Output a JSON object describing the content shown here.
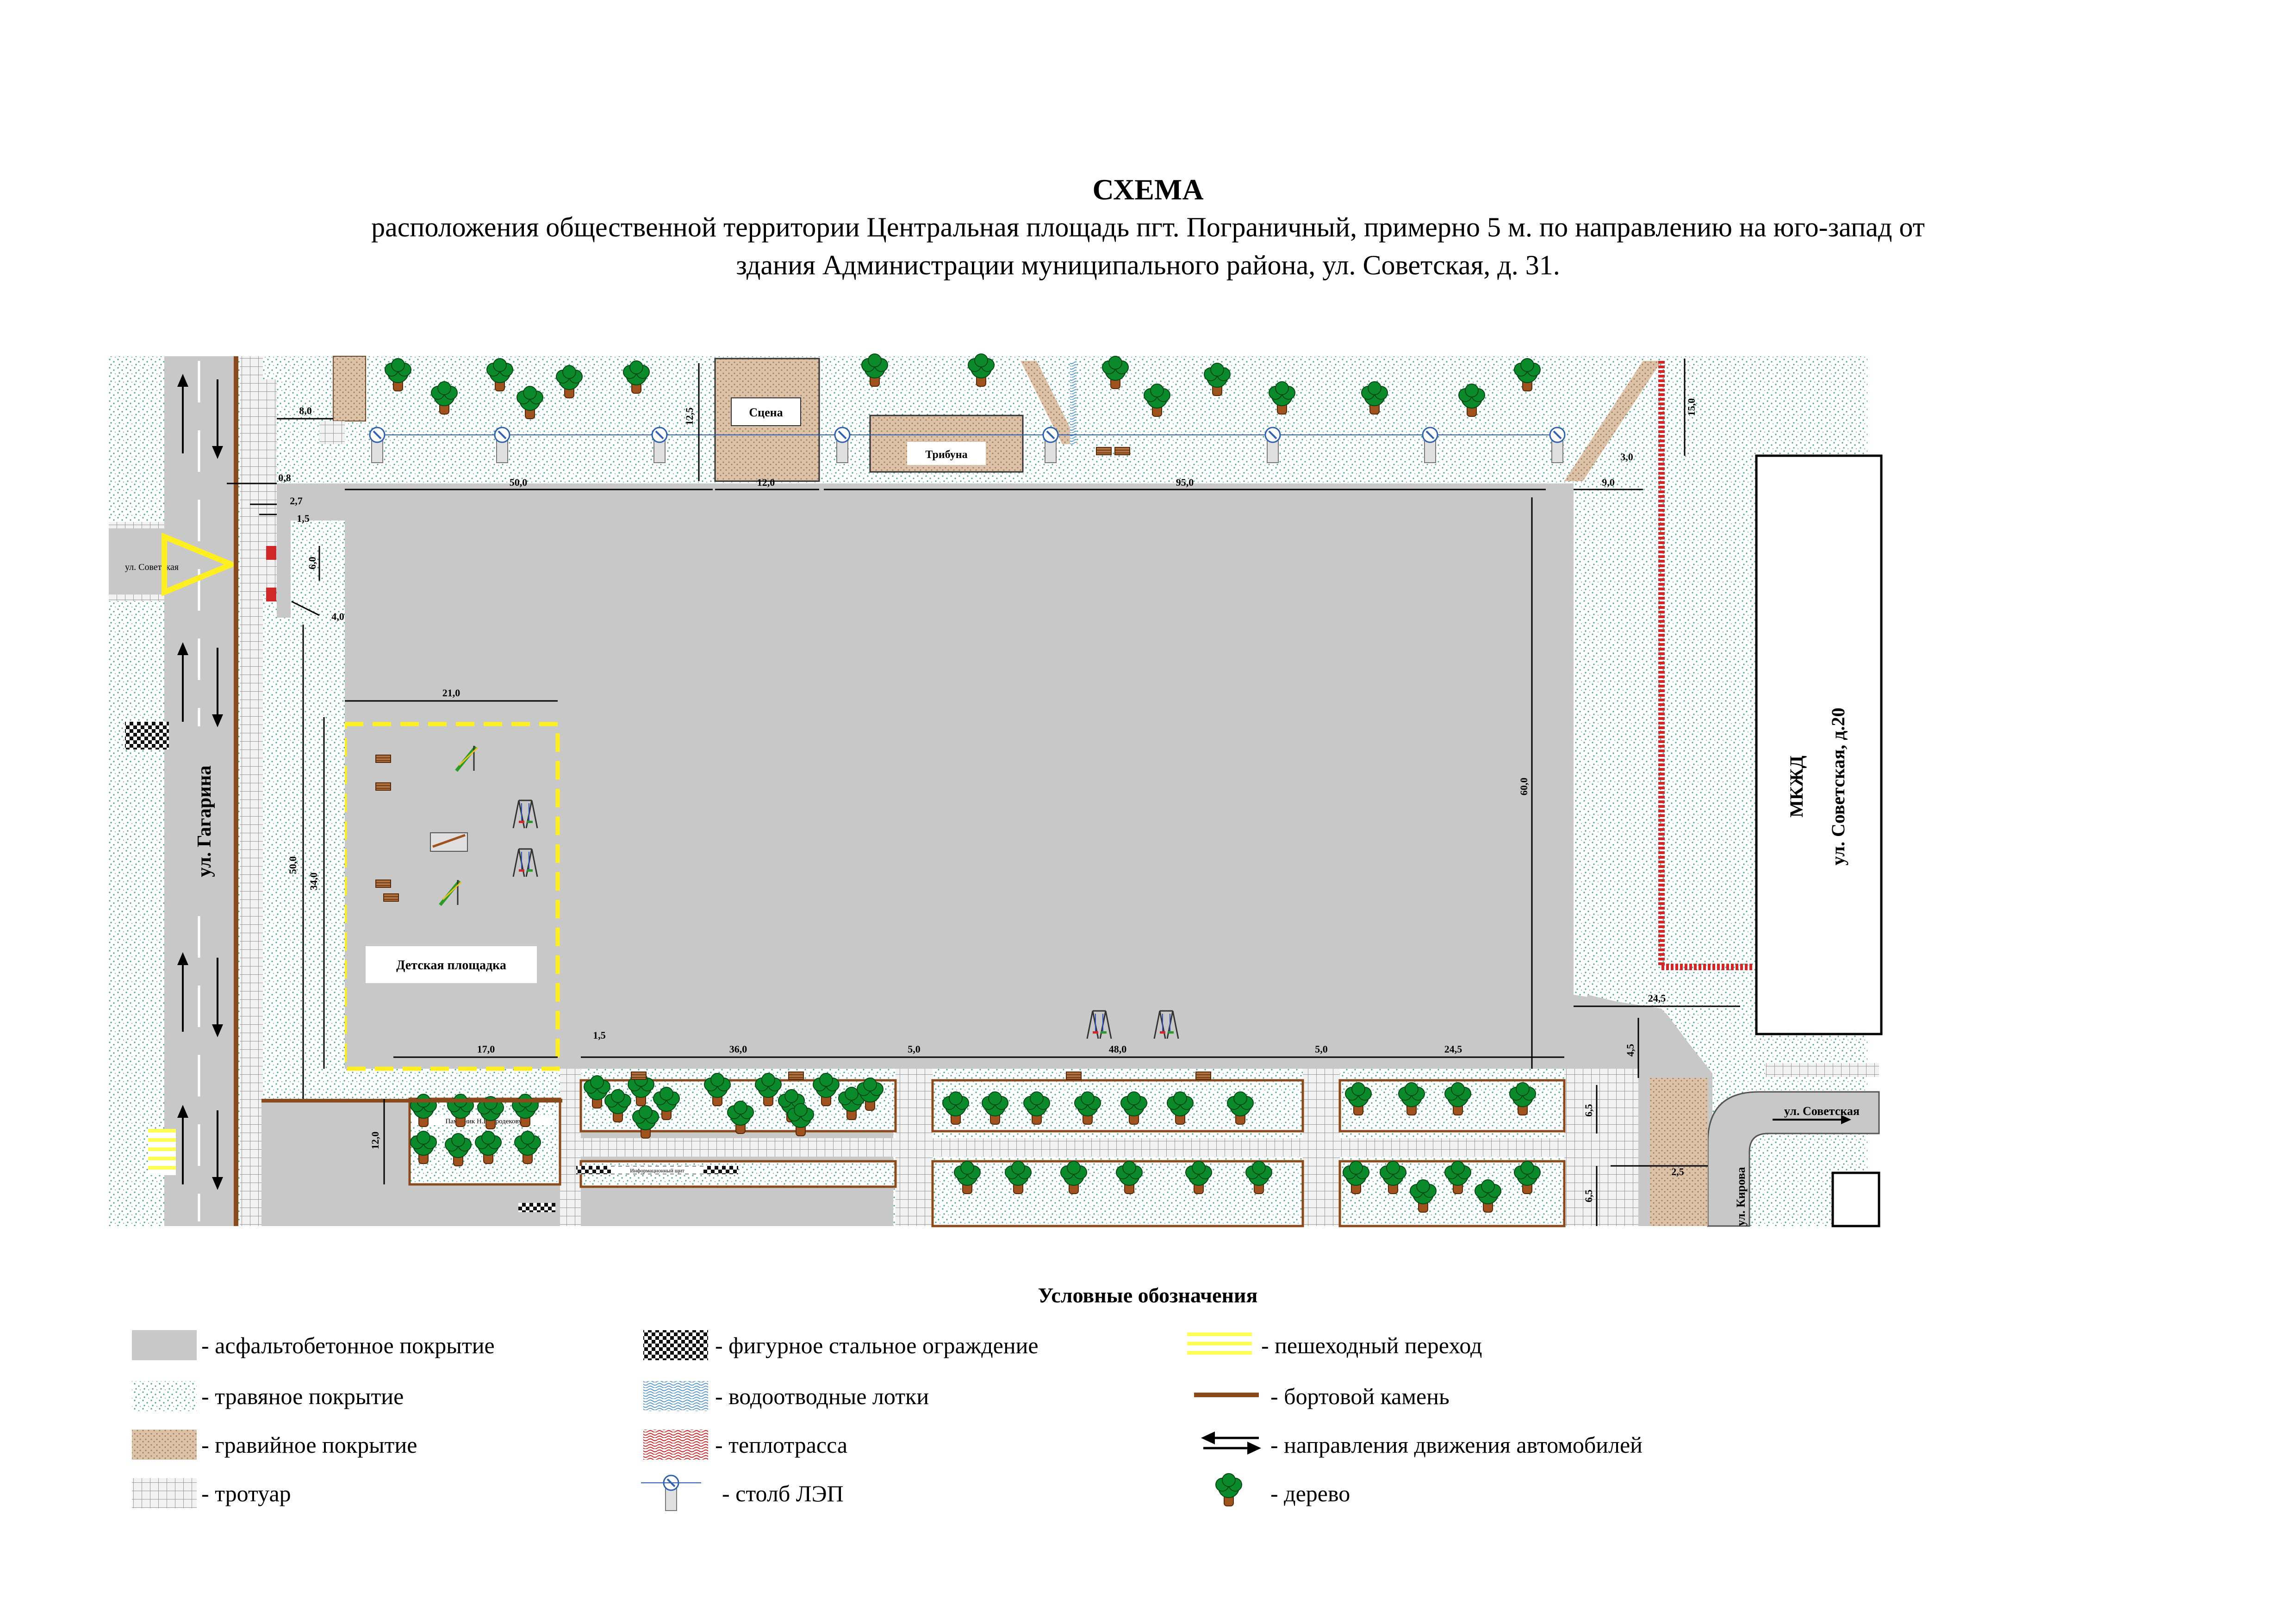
{
  "title": "СХЕМА",
  "subtitle_line1": "расположения общественной территории Центральная площадь пгт. Пограничный, примерно 5 м. по направлению на юго-запад от",
  "subtitle_line2": "здания Администрации муниципального района, ул. Советская, д. 31.",
  "colors": {
    "asphalt": "#c8c8c8",
    "grass_bg": "#ffffff",
    "grass_dot": "#4aa58a",
    "gravel": "#c9a98a",
    "curb": "#8a4a1c",
    "heating": "#d02828",
    "crossing": "#ffff55",
    "tree_crown": "#0a8a2a",
    "tree_trunk": "#a0521e",
    "drain": "#5a9ad0"
  },
  "labels": {
    "stage": "Сцена",
    "tribune": "Трибуна",
    "playground": "Детская площадка",
    "building_name": "МКЖД",
    "building_address": "ул. Советская, д.20",
    "street_gagarina": "ул. Гагарина",
    "street_sovetskaya": "ул. Советская",
    "street_kirova": "ул. Кирова",
    "street_sovetskaya_short": "ул. Советская",
    "monument": "Памятник Н.Н. Гродекову",
    "info_stand": "Информационный щит"
  },
  "dimensions": {
    "d8": "8,0",
    "d12_5": "12,5",
    "d0_8": "0,8",
    "d2_7": "2,7",
    "d1_5a": "1,5",
    "d6": "6,0",
    "d4": "4,0",
    "d50h": "50,0",
    "d12": "12,0",
    "d95": "95,0",
    "d9": "9,0",
    "d3": "3,0",
    "d15": "15,0",
    "d21": "21,0",
    "d50v": "50,0",
    "d34": "34,0",
    "d60": "60,0",
    "d24_5a": "24,5",
    "d4_5": "4,5",
    "d6_5a": "6,5",
    "d6_5b": "6,5",
    "d2_5": "2,5",
    "d17": "17,0",
    "d1_5b": "1,5",
    "d36": "36,0",
    "d5a": "5,0",
    "d48": "48,0",
    "d5b": "5,0",
    "d24_5b": "24,5",
    "d12v": "12,0"
  },
  "legend": {
    "title": "Условные обозначения",
    "asphalt": "- асфальтобетонное покрытие",
    "grass": "- травяное покрытие",
    "gravel": "- гравийное покрытие",
    "sidewalk": "- тротуар",
    "fence": "- фигурное стальное ограждение",
    "drain": "- водоотводные лотки",
    "heating": "- теплотрасса",
    "power_pole": "- столб ЛЭП",
    "crossing": "- пешеходный переход",
    "curb": "- бортовой камень",
    "traffic": "- направления движения автомобилей",
    "tree": "- дерево"
  }
}
